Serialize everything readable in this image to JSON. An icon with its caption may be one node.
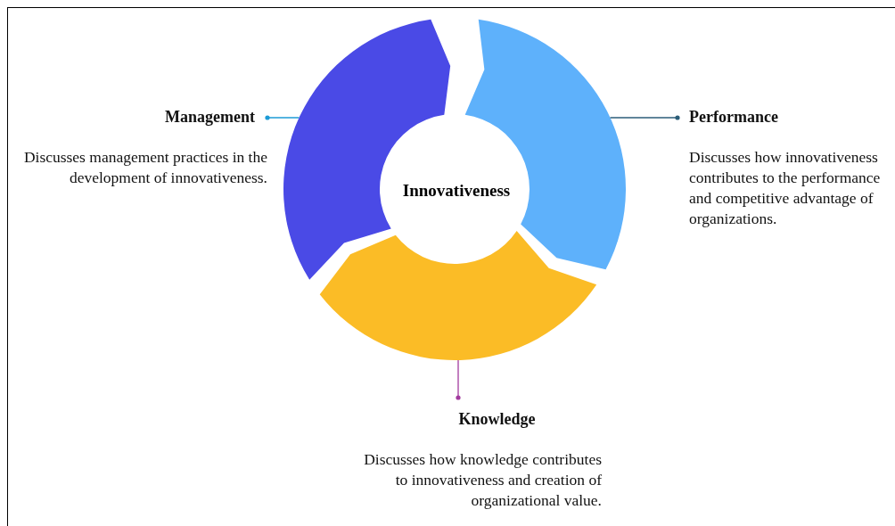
{
  "diagram": {
    "nodes": [
      {
        "text": [
          "Management",
          "Discusses management practices in the development of innovativeness."
        ]
      },
      {
        "text": [],
        "shape": "arc"
      },
      {
        "text": [],
        "shape": "arc"
      },
      {
        "text": [
          "Performance",
          "Discusses how innovativeness contributes to the performance and competitive advantage of organizations."
        ]
      },
      {
        "text": [],
        "shape": "arc"
      },
      {
        "text": [
          "Knowledge",
          "Discusses how knowledge contributes to innovativeness and creation of organizational value."
        ]
      }
    ],
    "edges": [
      {
        "from": 0,
        "to": 1,
        "arrow": "other",
        "color": "#1d9bd6"
      },
      {
        "from": 3,
        "to": 2,
        "arrow": "other",
        "color": "#2b5d78"
      },
      {
        "from": 5,
        "to": 4,
        "arrow": "other",
        "color": "#a23b9e"
      }
    ],
    "labels": [
      "Innovativeness"
    ]
  }
}
